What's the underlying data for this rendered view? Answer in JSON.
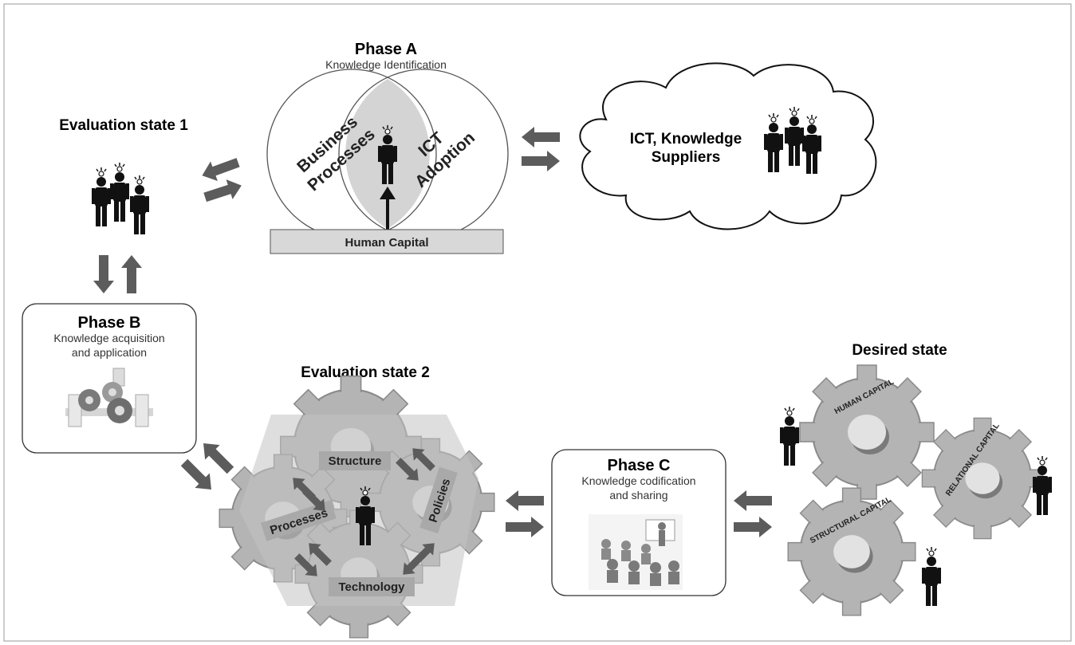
{
  "phase_a": {
    "title": "Phase A",
    "subtitle": "Knowledge Identification",
    "left_circle_label_1": "Business",
    "left_circle_label_2": "Processes",
    "right_circle_label_1": "ICT",
    "right_circle_label_2": "Adoption",
    "base_label": "Human Capital"
  },
  "evaluation_state_1": {
    "title": "Evaluation state 1"
  },
  "suppliers": {
    "label_1": "ICT, Knowledge",
    "label_2": "Suppliers"
  },
  "phase_b": {
    "title": "Phase B",
    "subtitle_1": "Knowledge acquisition",
    "subtitle_2": "and application"
  },
  "evaluation_state_2": {
    "title": "Evaluation state 2",
    "gear_labels": {
      "structure": "Structure",
      "processes": "Processes",
      "policies": "Policies",
      "technology": "Technology"
    }
  },
  "phase_c": {
    "title": "Phase C",
    "subtitle_1": "Knowledge codification",
    "subtitle_2": "and sharing"
  },
  "desired_state": {
    "title": "Desired state",
    "gear_labels": {
      "human": "HUMAN CAPITAL",
      "relational": "RELATIONAL CAPITAL",
      "structural": "STRUCTURAL CAPITAL"
    }
  },
  "colors": {
    "arrow": "#5c5c5c",
    "gear": "#b4b4b4",
    "gear_dark": "#8a8a8a",
    "overlap": "#d4d4d4",
    "person": "#111111"
  }
}
